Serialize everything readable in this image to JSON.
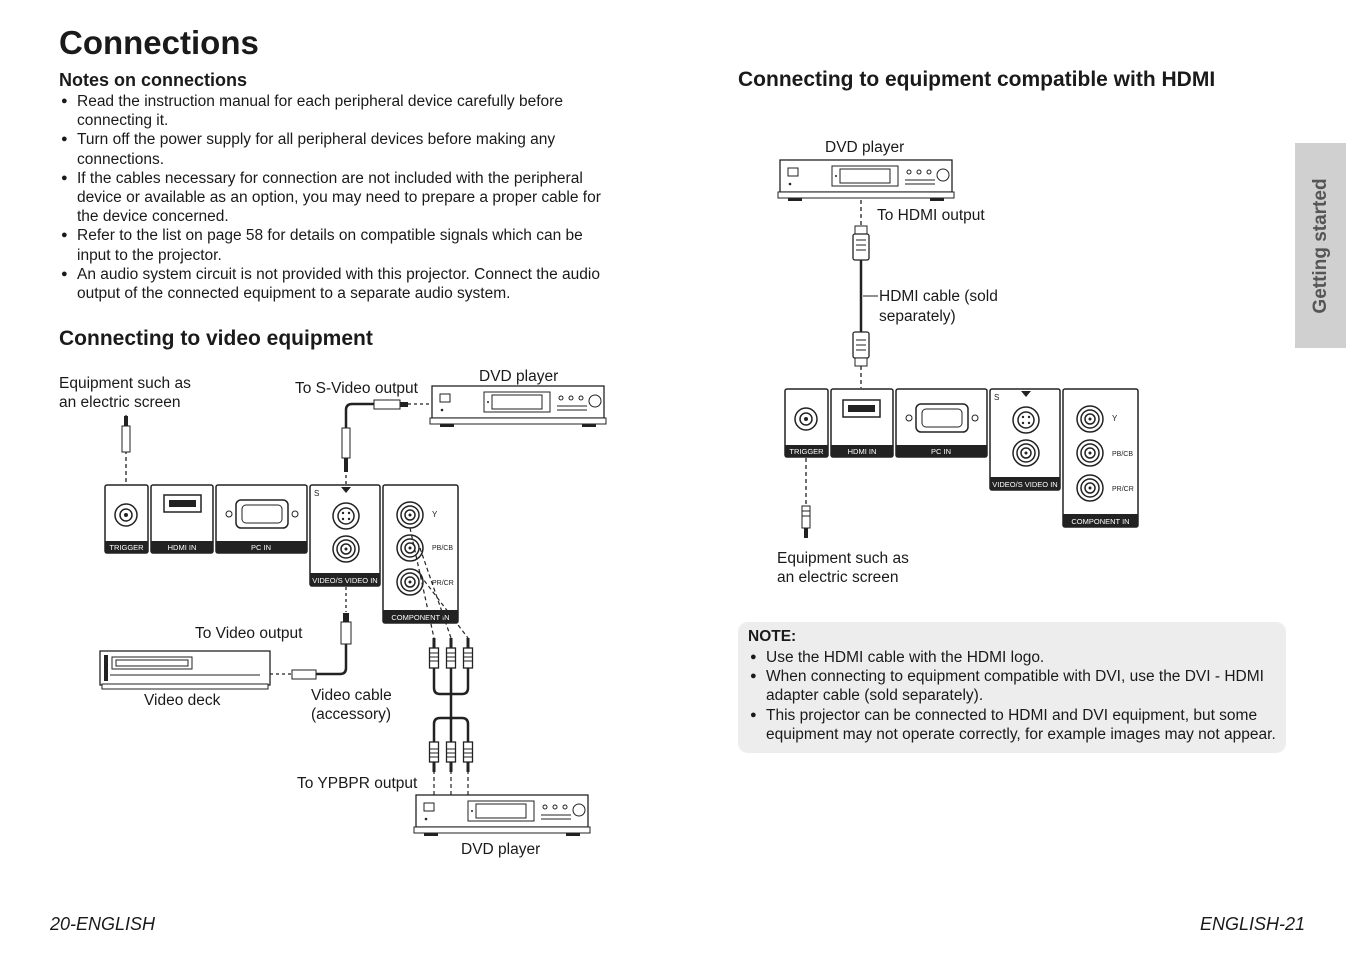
{
  "page_title": "Connections",
  "notes": {
    "heading": "Notes on connections",
    "items": [
      "Read the instruction manual for each peripheral device carefully before connecting it.",
      "Turn off the power supply for all peripheral devices before making any connections.",
      "If the cables necessary for connection are not included with the peripheral device or available as an option, you may need to prepare a proper cable for the device concerned.",
      "Refer to the list on page 58 for details on compatible signals which can be input to the projector.",
      "An audio system circuit is not provided with this projector. Connect the audio output of the connected equipment to a separate audio system."
    ]
  },
  "video_section": {
    "heading": "Connecting to video equipment",
    "labels": {
      "screen_line1": "Equipment such as",
      "screen_line2": "an electric screen",
      "svideo_output": "To S-Video output",
      "dvd_player_top": "DVD player",
      "video_output": "To Video output",
      "video_deck": "Video deck",
      "video_cable_line1": "Video cable",
      "video_cable_line2": "(accessory)",
      "ypbpr_output": "To YPBPR output",
      "dvd_player_bottom": "DVD player"
    }
  },
  "hdmi_section": {
    "heading": "Connecting to equipment compatible with HDMI",
    "labels": {
      "dvd_player": "DVD player",
      "hdmi_output": "To HDMI output",
      "hdmi_cable_line1": "HDMI cable (sold",
      "hdmi_cable_line2": "separately)",
      "screen_line1": "Equipment such as",
      "screen_line2": "an electric screen"
    }
  },
  "panel_labels": {
    "trigger": "TRIGGER",
    "hdmi_in": "HDMI IN",
    "pc_in": "PC IN",
    "s": "S",
    "video_svideo_in": "VIDEO/S VIDEO IN",
    "y": "Y",
    "pb_cb": "PB/CB",
    "pr_cr": "PR/CR",
    "component_in": "COMPONENT IN"
  },
  "note_box": {
    "title": "NOTE:",
    "items": [
      "Use the HDMI cable with the HDMI logo.",
      "When connecting to equipment compatible with DVI, use the DVI - HDMI adapter cable (sold separately).",
      "This projector can be connected to HDMI and DVI equipment, but some equipment may not operate correctly, for example images may not appear."
    ]
  },
  "side_tab": "Getting started",
  "footer": {
    "left": "20-ENGLISH",
    "right": "ENGLISH-21"
  }
}
